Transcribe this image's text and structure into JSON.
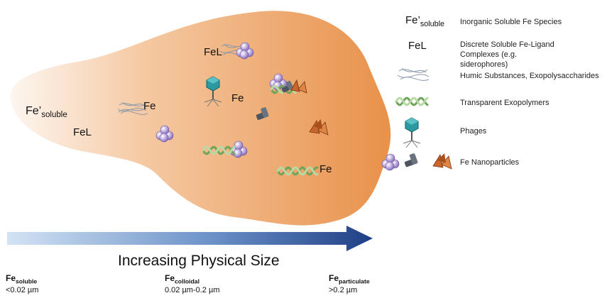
{
  "cloud_labels": {
    "fe_soluble_main": "Fe’",
    "fe_soluble_sub": "soluble",
    "fel_left": "FeL",
    "fe_humic": "Fe",
    "fel_top": "FeL",
    "fe_phage": "Fe",
    "fe_lower_right": "Fe"
  },
  "legend": [
    {
      "symbol_main": "Fe’",
      "symbol_sub": "soluble",
      "icon": "fe-soluble-text",
      "text": "Inorganic Soluble Fe Species"
    },
    {
      "symbol_main": "FeL",
      "symbol_sub": "",
      "icon": "fel-text",
      "text": "Discrete Soluble Fe-Ligand Complexes (e.g. siderophores)"
    },
    {
      "icon": "humic-fiber-icon",
      "text": "Humic Substances, Exopolysaccharides"
    },
    {
      "icon": "double-helix-icon",
      "text": "Transparent Exopolymers"
    },
    {
      "icon": "phage-icon",
      "text": "Phages"
    },
    {
      "icon": "nanoparticle-icons",
      "text": "Fe Nanoparticles"
    }
  ],
  "axis": {
    "title": "Increasing Physical Size"
  },
  "fractions": [
    {
      "main": "Fe",
      "sub": "soluble",
      "range": "<0.02 µm"
    },
    {
      "main": "Fe",
      "sub": "colloidal",
      "range": "0.02 µm-0.2 µm"
    },
    {
      "main": "Fe",
      "sub": "particulate",
      "range": ">0.2 µm"
    }
  ],
  "colors": {
    "cloud_light": "#fbeee3",
    "cloud_dark": "#e8914a",
    "arrow_light": "#cfe0f2",
    "arrow_dark": "#1f3f85",
    "helix_green": "#8fbf7a",
    "sphere_purple": "#b9a4dc",
    "nano_grey": "#4d5560",
    "nano_orange": "#c8652a",
    "phage_teal": "#2a9aa0"
  }
}
